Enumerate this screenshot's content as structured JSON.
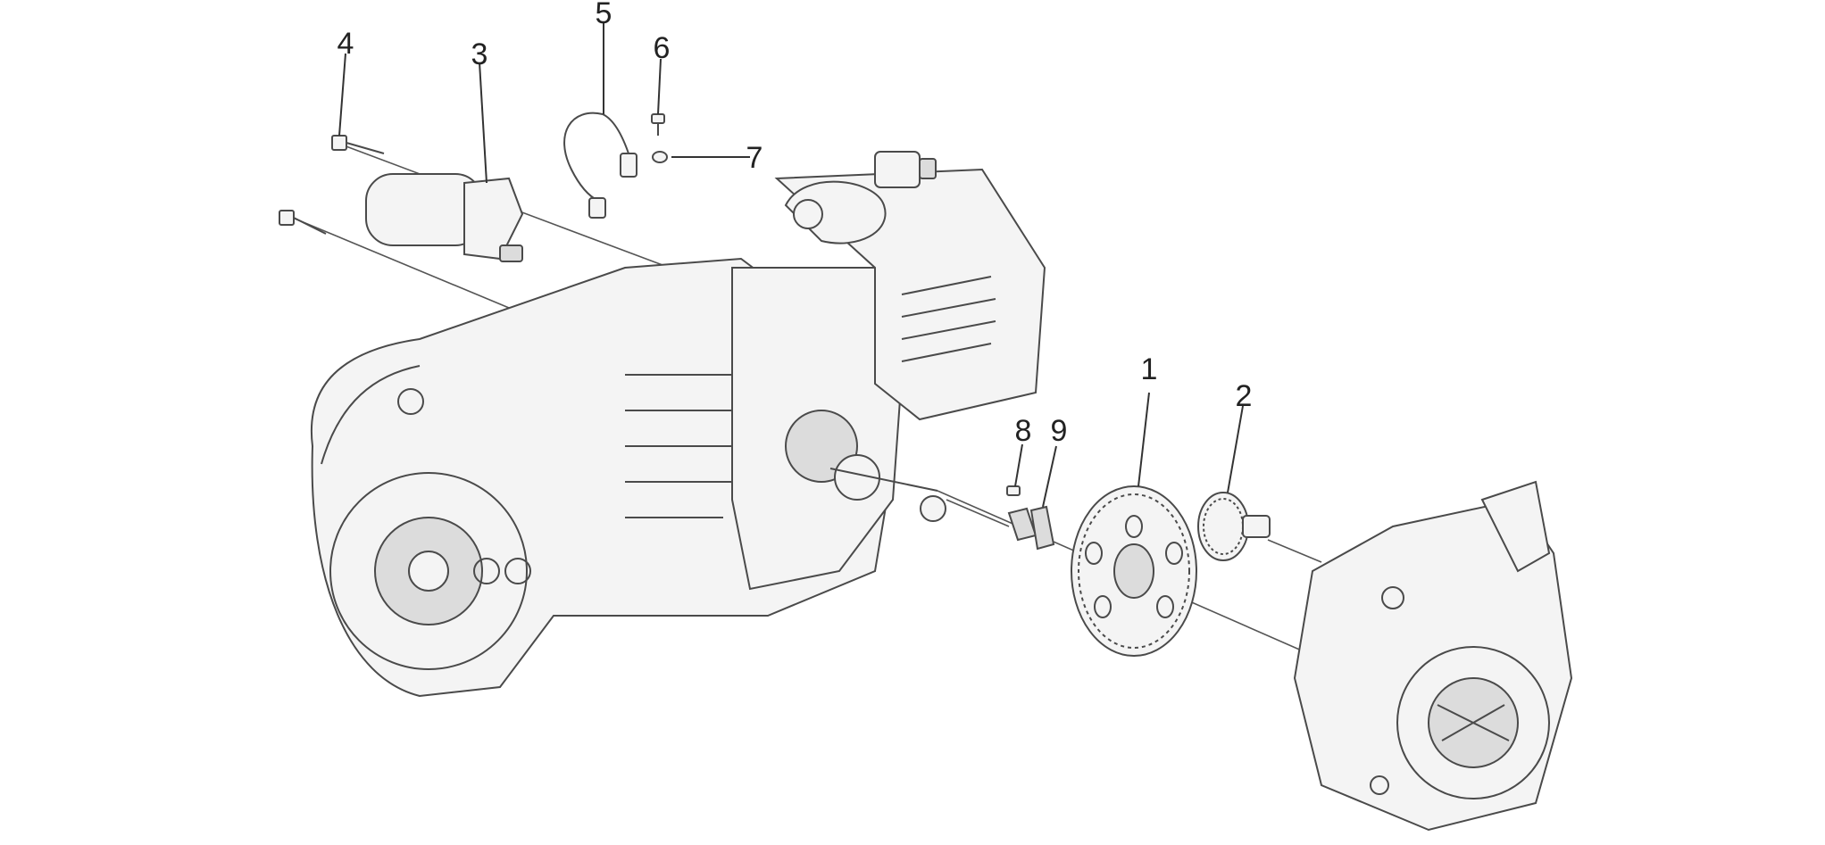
{
  "diagram": {
    "parts": [
      {
        "id": "gear",
        "number": "1"
      },
      {
        "id": "starter-clutch",
        "number": "2"
      },
      {
        "id": "starter-motor",
        "number": "3"
      },
      {
        "id": "screw-upper",
        "number": "4"
      },
      {
        "id": "wiring-sensor",
        "number": "5"
      },
      {
        "id": "small-screw",
        "number": "6"
      },
      {
        "id": "washer",
        "number": "7"
      },
      {
        "id": "pin",
        "number": "8"
      },
      {
        "id": "clip",
        "number": "9"
      }
    ]
  }
}
